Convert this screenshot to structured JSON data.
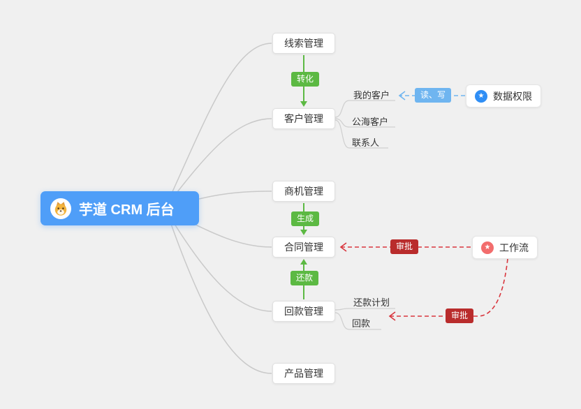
{
  "colors": {
    "bg": "#f0f0f0",
    "root-bg": "#4f9ef8",
    "green": "#5cb943",
    "blue-badge": "#6fb5f0",
    "red-badge": "#b92c2c",
    "red-arrow": "#d9363e",
    "blue-icon": "#2f8ef5",
    "pink-icon": "#f26d6d",
    "line-gray": "#c9c9c9"
  },
  "root": {
    "label": "芋道 CRM 后台"
  },
  "main_nodes": [
    {
      "id": "leads",
      "label": "线索管理"
    },
    {
      "id": "customers",
      "label": "客户管理"
    },
    {
      "id": "opportunities",
      "label": "商机管理"
    },
    {
      "id": "contracts",
      "label": "合同管理"
    },
    {
      "id": "payments",
      "label": "回款管理"
    },
    {
      "id": "products",
      "label": "产品管理"
    }
  ],
  "sub_nodes": [
    {
      "id": "my-customers",
      "label": "我的客户",
      "parent": "客户管理"
    },
    {
      "id": "public-customers",
      "label": "公海客户",
      "parent": "客户管理"
    },
    {
      "id": "contacts",
      "label": "联系人",
      "parent": "客户管理"
    },
    {
      "id": "repayment-plan",
      "label": "还款计划",
      "parent": "回款管理"
    },
    {
      "id": "repayment",
      "label": "回款",
      "parent": "回款管理"
    }
  ],
  "side_nodes": [
    {
      "id": "data-permission",
      "label": "数据权限",
      "icon_glyph": "★",
      "icon_color": "#2f8ef5"
    },
    {
      "id": "workflow",
      "label": "工作流",
      "icon_glyph": "★",
      "icon_color": "#f26d6d"
    }
  ],
  "edge_labels": [
    {
      "id": "convert",
      "label": "转化",
      "type": "green"
    },
    {
      "id": "generate",
      "label": "生成",
      "type": "green"
    },
    {
      "id": "repay",
      "label": "还款",
      "type": "green"
    },
    {
      "id": "read-write",
      "label": "读、写",
      "type": "blue"
    },
    {
      "id": "approve-contract",
      "label": "审批",
      "type": "red"
    },
    {
      "id": "approve-repayment",
      "label": "审批",
      "type": "red"
    }
  ]
}
